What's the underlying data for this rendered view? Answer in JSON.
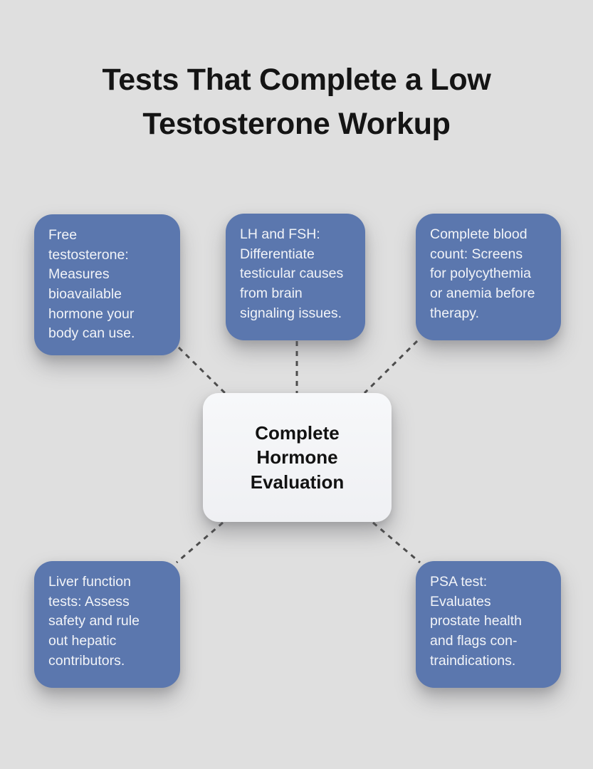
{
  "title": "Tests That Complete a Low\nTestosterone Workup",
  "center_node": {
    "label": "Complete\nHormone\nEvaluation"
  },
  "nodes": [
    {
      "id": "free-testosterone",
      "position": "top-left",
      "text": "Free\ntestosterone:\nMeasures\nbioavailable\nhormone your\nbody can use."
    },
    {
      "id": "lh-and-fsh",
      "position": "top-center",
      "text": "LH and FSH:\nDifferentiate\ntesticular causes\nfrom brain\nsignaling issues."
    },
    {
      "id": "complete-blood-count",
      "position": "top-right",
      "text": "Complete blood\ncount: Screens\nfor polycythemia\nor anemia before\ntherapy."
    },
    {
      "id": "liver-function-tests",
      "position": "bottom-left",
      "text": "Liver function\ntests: Assess\nsafety and rule\nout hepatic\ncontributors."
    },
    {
      "id": "psa-test",
      "position": "bottom-right",
      "text": "PSA test:\nEvaluates\nprostate health\nand flags con-\ntraindications."
    }
  ],
  "colors": {
    "background": "#dfdfdf",
    "node_fill": "#5b77ae",
    "node_text": "#f2f4f8",
    "center_fill": "#f4f5f7",
    "center_text": "#121212",
    "connector": "#4d4d4d",
    "title_text": "#141414"
  }
}
